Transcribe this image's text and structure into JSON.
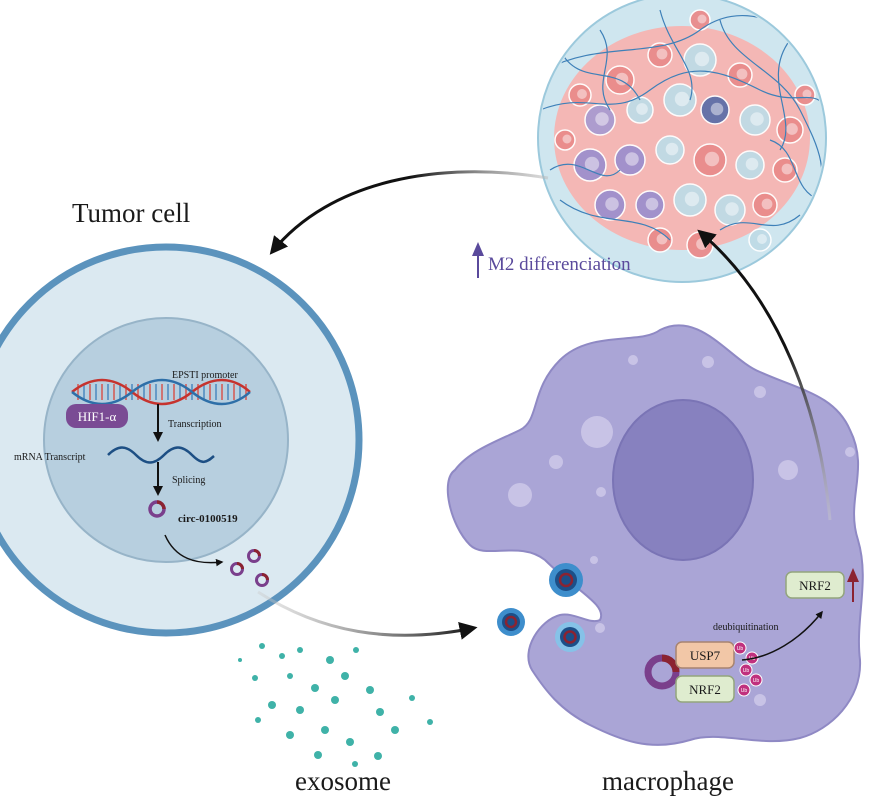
{
  "labels": {
    "tumor_cell": "Tumor cell",
    "m2": "M2 differenciation",
    "exosome": "exosome",
    "macrophage": "macrophage",
    "epsti_promoter": "EPSTI promoter",
    "hif1a": "HIF1-α",
    "transcription": "Transcription",
    "mrna": "mRNA Transcript",
    "splicing": "Splicing",
    "circ": "circ-0100519",
    "deubiquitination": "deubiquitination",
    "usp7": "USP7",
    "nrf2_bound": "NRF2",
    "nrf2_free": "NRF2",
    "ub": "Ub"
  },
  "colors": {
    "tumor_membrane": "#5b93bd",
    "tumor_cytoplasm": "#dbe9f1",
    "tumor_nucleus": "#b7cfdf",
    "macrophage": "#aaa5d6",
    "macrophage_nucleus": "#8781bf",
    "m2_arrow": "#5a4a9c",
    "up_arrow": "#8b2331",
    "ub_chain": "#c0317e",
    "exosome_dots": "#3fb2a8",
    "usp7_box": "#f2c7a7",
    "nrf2_box": "#dfeccf"
  }
}
